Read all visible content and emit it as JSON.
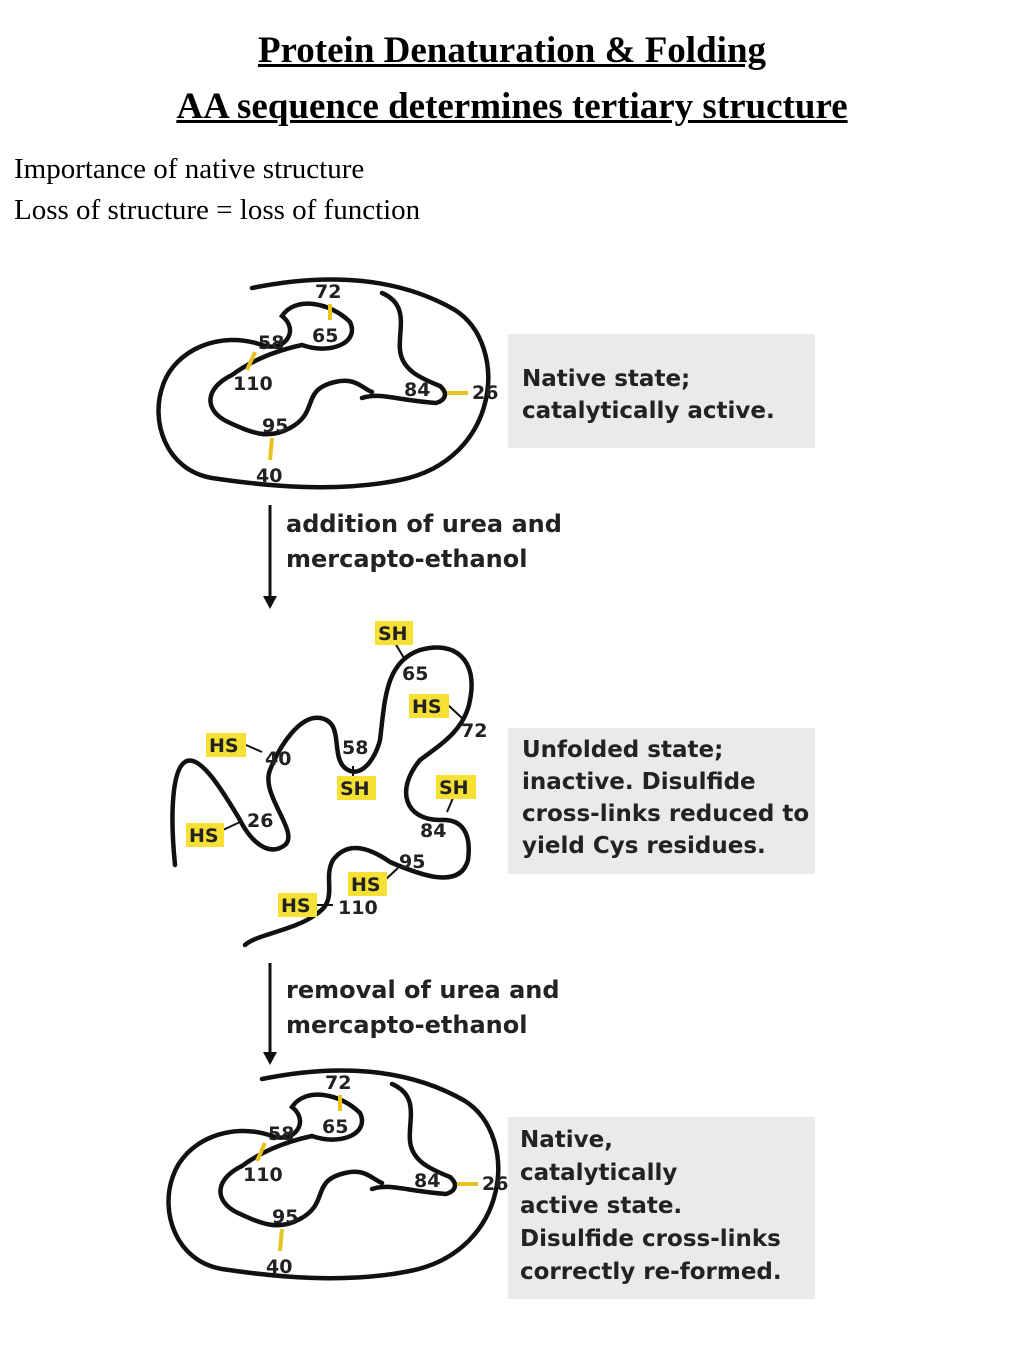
{
  "header": {
    "title_line1": "Protein Denaturation & Folding",
    "title_line2": "AA sequence determines tertiary structure",
    "bullet1": "Importance of native structure",
    "bullet2": "Loss of structure = loss of function"
  },
  "native": {
    "residues": [
      "72",
      "65",
      "58",
      "110",
      "84",
      "26",
      "95",
      "40"
    ],
    "caption": [
      "Native state;",
      "catalytically active."
    ]
  },
  "step1": [
    "addition of urea and",
    "mercapto-ethanol"
  ],
  "unfolded": {
    "residues": [
      "65",
      "72",
      "40",
      "58",
      "26",
      "84",
      "95",
      "110"
    ],
    "thiol_tags": [
      "SH",
      "HS",
      "HS",
      "SH",
      "SH",
      "HS",
      "HS",
      "HS"
    ],
    "caption": [
      "Unfolded state;",
      "inactive.  Disulfide",
      "cross-links reduced to",
      "yield Cys residues."
    ]
  },
  "step2": [
    "removal of urea and",
    "mercapto-ethanol"
  ],
  "refolded": {
    "residues": [
      "72",
      "65",
      "58",
      "110",
      "84",
      "26",
      "95",
      "40"
    ],
    "caption": [
      "Native,",
      "catalytically",
      "active state.",
      "Disulfide cross-links",
      "correctly re-formed."
    ]
  },
  "colors": {
    "thiol_highlight": "#f7e034",
    "disulfide": "#e8c21f",
    "caption_box": "#e9eaeb"
  }
}
